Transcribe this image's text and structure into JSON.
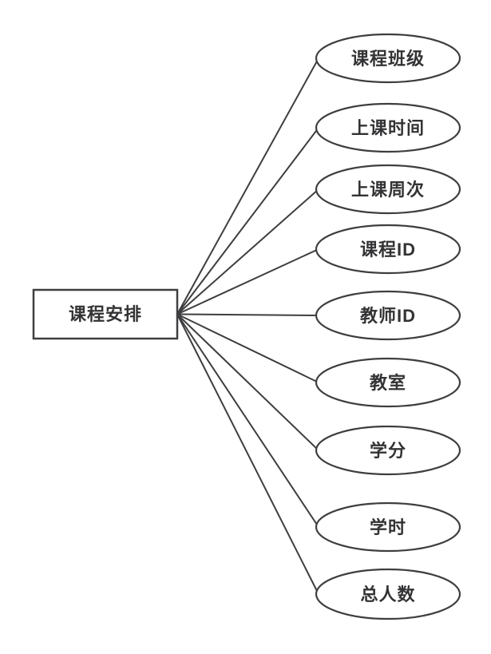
{
  "diagram": {
    "entity": {
      "label": "课程安排"
    },
    "attributes": [
      {
        "label": "课程班级"
      },
      {
        "label": "上课时间"
      },
      {
        "label": "上课周次"
      },
      {
        "label": "课程ID"
      },
      {
        "label": "教师ID"
      },
      {
        "label": "教室"
      },
      {
        "label": "学分"
      },
      {
        "label": "学时"
      },
      {
        "label": "总人数"
      }
    ],
    "colors": {
      "stroke": "#3e3e40",
      "text": "#333335",
      "shape_fill": "#ffffff",
      "background": "#ffffff"
    }
  }
}
